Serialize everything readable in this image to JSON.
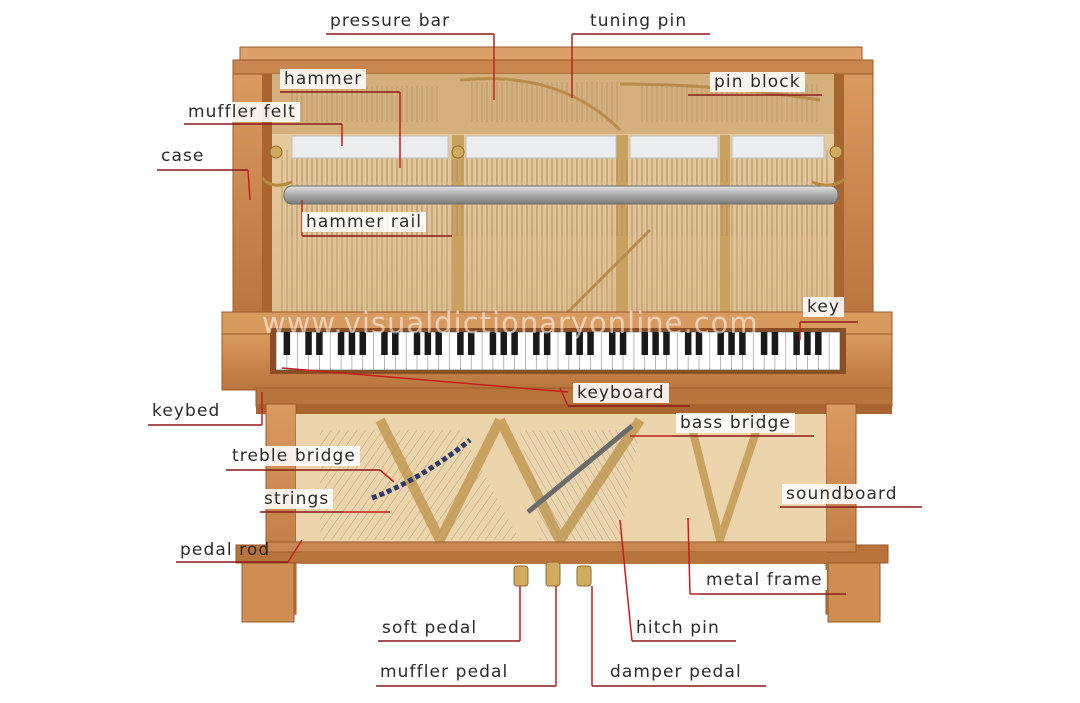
{
  "watermark": "www.visualdictionaryonline.com",
  "colors": {
    "wood": "#c8874f",
    "wood_dark": "#9a5a2a",
    "wood_light": "#dea36d",
    "interior": "#e3c69a",
    "soundboard": "#ecd4ad",
    "metal_frame": "#c9a25f",
    "hammer_rail": "#b4b4b4",
    "leader_line": "#c41e1e",
    "label_rule": "#8c1a1a"
  },
  "labels": {
    "pressure_bar": "pressure bar",
    "tuning_pin": "tuning pin",
    "hammer": "hammer",
    "pin_block": "pin block",
    "muffler_felt": "muffler felt",
    "case": "case",
    "hammer_rail": "hammer rail",
    "key": "key",
    "keyboard": "keyboard",
    "keybed": "keybed",
    "bass_bridge": "bass bridge",
    "treble_bridge": "treble bridge",
    "strings": "strings",
    "soundboard": "soundboard",
    "pedal_rod": "pedal rod",
    "metal_frame": "metal frame",
    "soft_pedal": "soft pedal",
    "hitch_pin": "hitch pin",
    "muffler_pedal": "muffler pedal",
    "damper_pedal": "damper pedal"
  }
}
